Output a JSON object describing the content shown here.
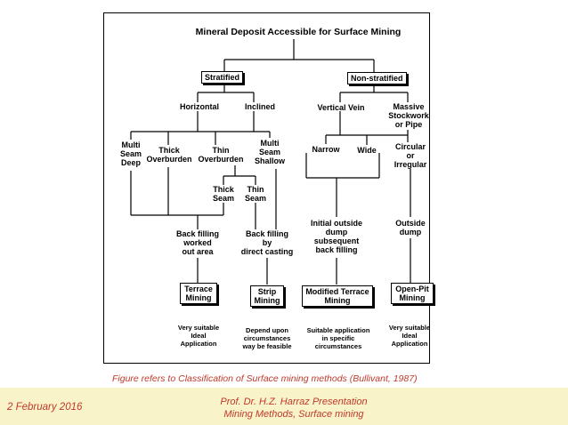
{
  "diagram": {
    "title": "Mineral Deposit Accessible for Surface Mining",
    "stratified": "Stratified",
    "non_stratified": "Non-stratified",
    "horizontal": "Horizontal",
    "inclined": "Inclined",
    "vertical_vein": "Vertical Vein",
    "massive": "Massive\nStockwork\nor Pipe",
    "multi_seam_deep": "Multi\nSeam\nDeep",
    "thick_overburden": "Thick\nOverburden",
    "thin_overburden": "Thin\nOverburden",
    "multi_seam_shallow": "Multi\nSeam\nShallow",
    "narrow": "Narrow",
    "wide": "Wide",
    "circular": "Circular\nor\nIrregular",
    "thick_seam": "Thick\nSeam",
    "thin_seam": "Thin\nSeam",
    "back_filling_worked": "Back filling\nworked\nout area",
    "back_filling_direct": "Back filling\nby\ndirect casting",
    "initial_outside_dump": "Initial outside\ndump\nsubsequent\nback filling",
    "outside_dump": "Outside\ndump",
    "terrace_mining": "Terrace\nMining",
    "strip_mining": "Strip\nMining",
    "modified_terrace_mining": "Modified Terrace\nMining",
    "open_pit_mining": "Open-Pit\nMining",
    "suit_terrace": "Very suitable\nIdeal\nApplication",
    "suit_strip": "Depend upon\ncircumstances\nway be feasible",
    "suit_modified": "Suitable application\nin specific\ncircumstances",
    "suit_openpit": "Very suitable\nIdeal\nApplication"
  },
  "caption": "Figure refers to Classification of Surface  mining methods (Bullivant, 1987)",
  "footer": {
    "date": "2 February 2016",
    "author_line1": "Prof. Dr. H.Z. Harraz Presentation",
    "author_line2": "Mining Methods, Surface mining"
  },
  "colors": {
    "caption": "#c0392b",
    "footer_bg": "#f9f3c9"
  }
}
